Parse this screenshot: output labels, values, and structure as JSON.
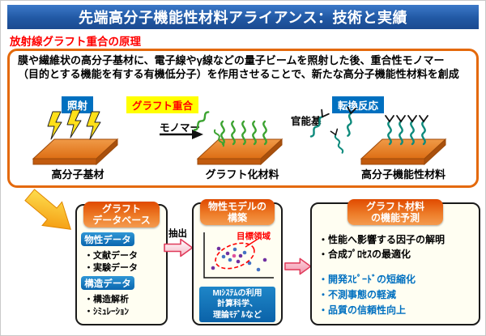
{
  "header": {
    "title": "先端高分子機能性材料アライアンス：技術と実績"
  },
  "subtitle": "放射線グラフト重合の原理",
  "principle": {
    "description": "膜や繊維状の高分子基材に、電子線やγ線などの量子ビームを照射した後、重合性モノマー\n（目的とする機能を有する有機低分子）を作用させることで、新たな高分子機能性材料を創成",
    "steps": {
      "irradiation": "照射",
      "graft": "グラフト重合",
      "conversion": "転換反応"
    },
    "monomer_label": "モノマー",
    "functional_group_label": "官能基",
    "captions": {
      "substrate": "高分子基材",
      "grafted": "グラフト化材料",
      "functional": "高分子機能性材料"
    }
  },
  "flow": {
    "database": {
      "title": "グラフト\nデータベース",
      "property_label": "物性データ",
      "property_items": [
        "・文献データ",
        "・実験データ"
      ],
      "structure_label": "構造データ",
      "structure_items": [
        "・構造解析",
        "・ｼﾐｭﾚｰｼｮﾝ"
      ]
    },
    "extract_label": "抽出",
    "model": {
      "title": "物性モデルの\n構築",
      "target_area_label": "目標領域",
      "mi_box": "MIｼｽﾃﾑの利用\n計算科学、\n理論ﾓﾃﾞﾙなど"
    },
    "prediction": {
      "title": "グラフト材料\nの機能予測",
      "factor_items": [
        "・性能へ影響する因子の解明",
        "・合成ﾌﾟﾛｾｽの最適化"
      ],
      "benefit_items": [
        "・開発ｽﾋﾟｰﾄﾞの短縮化",
        "・不測事態の軽減",
        "・品質の信頼性向上"
      ]
    }
  },
  "colors": {
    "header_blue": "#1E4F96",
    "accent_orange": "#E4690B",
    "step_blue": "#0070C0",
    "graft_yellow": "#FFFF00",
    "graft_red": "#FF0000",
    "benefit_blue": "#0070C0"
  }
}
